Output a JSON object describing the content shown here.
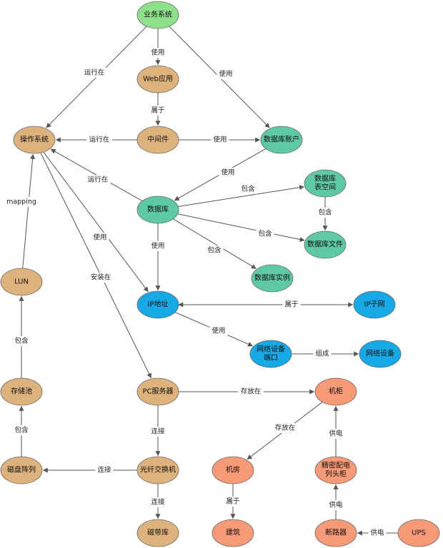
{
  "colors": {
    "green": "#8fe08a",
    "tan": "#ddb27d",
    "teal": "#5ec9a4",
    "blue": "#16a9e6",
    "orange": "#f79a78",
    "stroke": "#666666",
    "edge": "#555555"
  },
  "nodes": {
    "yewu": {
      "label": "业务系统",
      "color": "green"
    },
    "web": {
      "label": "Web应用",
      "color": "tan"
    },
    "middleware": {
      "label": "中间件",
      "color": "tan"
    },
    "os": {
      "label": "操作系统",
      "color": "tan"
    },
    "dbaccount": {
      "label": "数据库账户",
      "color": "teal"
    },
    "tablespace": {
      "label": [
        "数据库",
        "表空间"
      ],
      "color": "teal"
    },
    "database": {
      "label": "数据库",
      "color": "teal"
    },
    "dbfile": {
      "label": "数据库文件",
      "color": "teal"
    },
    "dbinstance": {
      "label": "数据库实例",
      "color": "teal"
    },
    "lun": {
      "label": "LUN",
      "color": "tan"
    },
    "ip": {
      "label": "IP地址",
      "color": "blue"
    },
    "subnet": {
      "label": "IP子网",
      "color": "blue"
    },
    "port": {
      "label": [
        "网络设备",
        "端口"
      ],
      "color": "blue"
    },
    "netdev": {
      "label": "网络设备",
      "color": "blue"
    },
    "pool": {
      "label": "存储池",
      "color": "tan"
    },
    "pc": {
      "label": "PC服务器",
      "color": "tan"
    },
    "cabinet": {
      "label": "机柜",
      "color": "orange"
    },
    "array": {
      "label": "磁盘阵列",
      "color": "tan"
    },
    "fcswitch": {
      "label": "光纤交换机",
      "color": "tan"
    },
    "room": {
      "label": "机房",
      "color": "orange"
    },
    "pdu": {
      "label": [
        "精密配电",
        "列头柜"
      ],
      "color": "orange"
    },
    "tape": {
      "label": "磁带库",
      "color": "tan"
    },
    "building": {
      "label": "建筑",
      "color": "orange"
    },
    "breaker": {
      "label": "断路器",
      "color": "orange"
    },
    "ups": {
      "label": "UPS",
      "color": "orange"
    }
  },
  "edges": [
    {
      "id": "yewu-os",
      "label": "运行在"
    },
    {
      "id": "yewu-web",
      "label": "使用"
    },
    {
      "id": "yewu-dbaccount",
      "label": "使用"
    },
    {
      "id": "web-middleware",
      "label": "属于"
    },
    {
      "id": "middleware-os",
      "label": "运行在"
    },
    {
      "id": "middleware-dbaccount",
      "label": "使用"
    },
    {
      "id": "dbaccount-database",
      "label": "使用"
    },
    {
      "id": "database-os",
      "label": "运行在"
    },
    {
      "id": "database-tablespace",
      "label": "包含"
    },
    {
      "id": "tablespace-dbfile",
      "label": "包含"
    },
    {
      "id": "database-dbfile",
      "label": "包含"
    },
    {
      "id": "database-dbinstance",
      "label": "包含"
    },
    {
      "id": "database-ip",
      "label": "使用"
    },
    {
      "id": "os-ip",
      "label": "使用"
    },
    {
      "id": "os-pc",
      "label": "安装在"
    },
    {
      "id": "lun-os",
      "label": "mapping"
    },
    {
      "id": "ip-subnet",
      "label": "属于"
    },
    {
      "id": "ip-port",
      "label": "使用"
    },
    {
      "id": "port-netdev",
      "label": "组成"
    },
    {
      "id": "pool-lun",
      "label": "包含"
    },
    {
      "id": "array-pool",
      "label": "包含"
    },
    {
      "id": "pc-cabinet",
      "label": "存放在"
    },
    {
      "id": "pc-fcswitch",
      "label": "连接"
    },
    {
      "id": "fcswitch-array",
      "label": "连接"
    },
    {
      "id": "fcswitch-tape",
      "label": "连接"
    },
    {
      "id": "cabinet-room",
      "label": "存放在"
    },
    {
      "id": "pdu-cabinet",
      "label": "供电"
    },
    {
      "id": "room-building",
      "label": "属于"
    },
    {
      "id": "breaker-pdu",
      "label": "供电"
    },
    {
      "id": "ups-breaker",
      "label": "供电"
    }
  ]
}
